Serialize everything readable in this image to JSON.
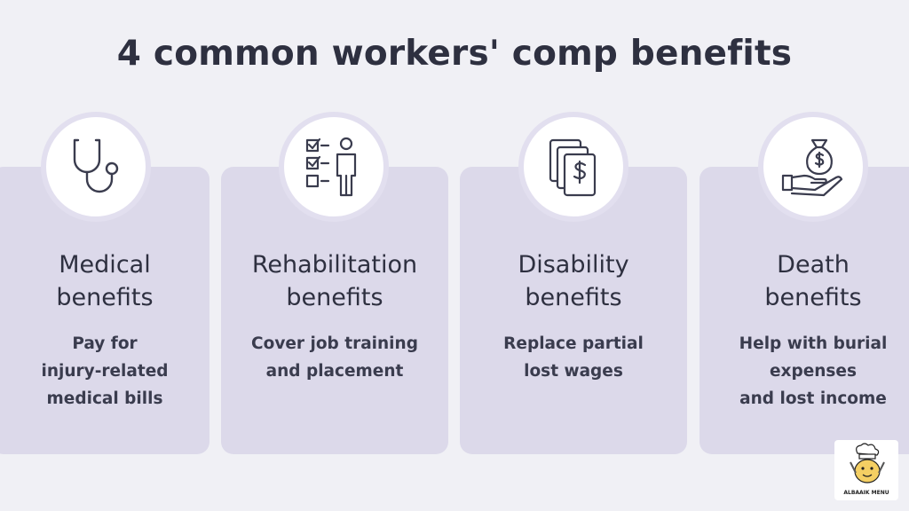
{
  "title": "4 common workers' comp benefits",
  "cards": [
    {
      "icon": "stethoscope-icon",
      "title_line1": "Medical",
      "title_line2": "benefits",
      "desc_lines": [
        "Pay for",
        "injury-related",
        "medical bills"
      ]
    },
    {
      "icon": "checklist-person-icon",
      "title_line1": "Rehabilitation",
      "title_line2": "benefits",
      "desc_lines": [
        "Cover job training",
        "and placement"
      ]
    },
    {
      "icon": "money-bills-icon",
      "title_line1": "Disability",
      "title_line2": "benefits",
      "desc_lines": [
        "Replace partial",
        "lost wages"
      ]
    },
    {
      "icon": "hand-money-bag-icon",
      "title_line1": "Death",
      "title_line2": "benefits",
      "desc_lines": [
        "Help with burial",
        "expenses",
        "and lost income"
      ]
    }
  ],
  "watermark": {
    "text": "ALBAAIK MENU"
  },
  "colors": {
    "background": "#f0f0f5",
    "card": "#dcd9ea",
    "text": "#2e3040",
    "icon_stroke": "#3a3c4e",
    "icon_fill": "#f4cf63"
  }
}
